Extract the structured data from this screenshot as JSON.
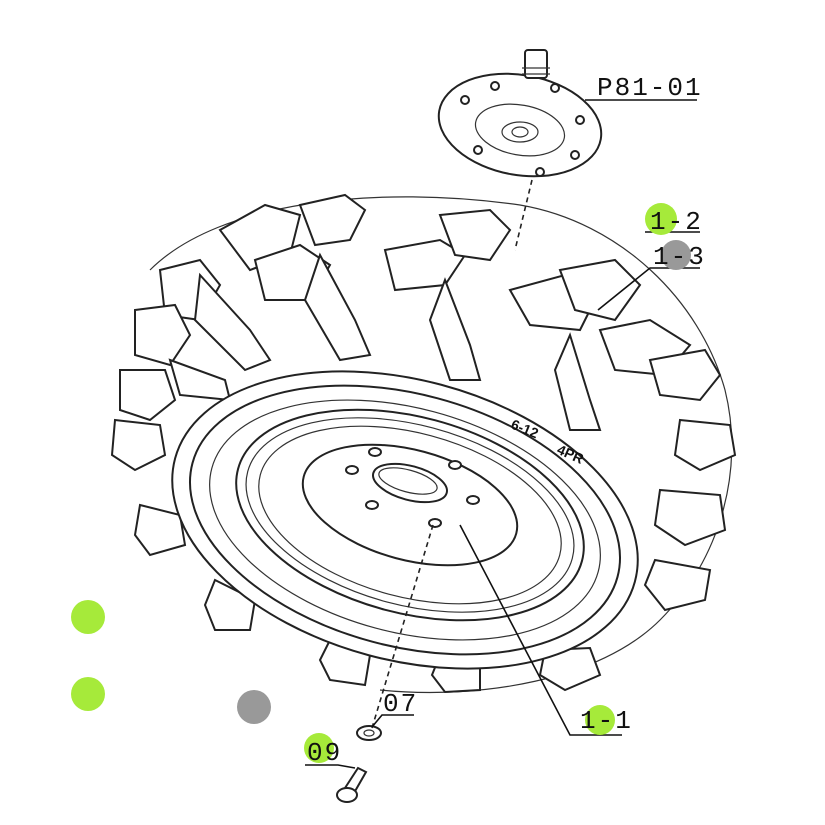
{
  "callouts": {
    "hub": "P81-01",
    "lug_a": "1-2",
    "lug_b": "1-3",
    "wheel": "1-1",
    "washer": "07",
    "bolt": "09"
  },
  "tire_markings": {
    "size": "6-12",
    "ply": "4PR"
  },
  "colors": {
    "highlight_green": "#a6ea3a",
    "highlight_gray": "#999999"
  }
}
